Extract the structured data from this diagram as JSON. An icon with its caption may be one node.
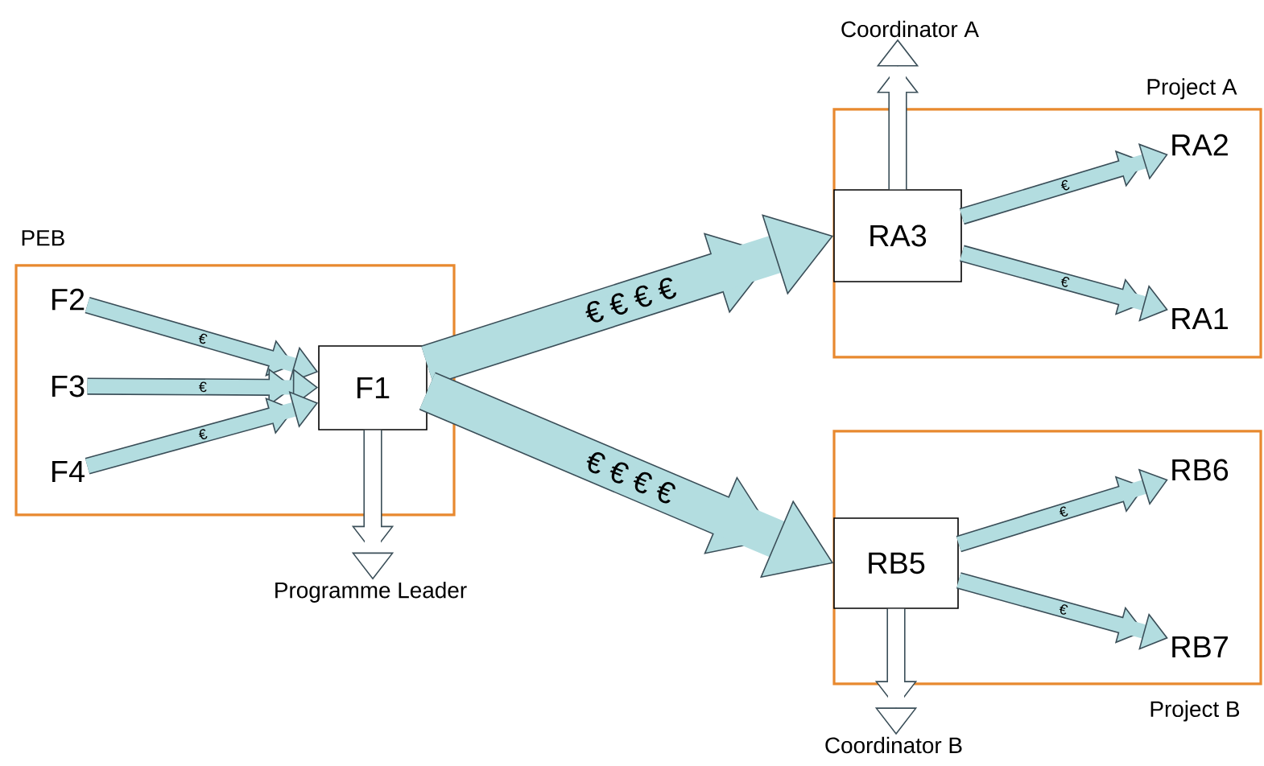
{
  "diagram": {
    "nodes": [
      {
        "text": [
          "PEB"
        ]
      },
      {
        "text": [
          "F2"
        ],
        "in": 0
      },
      {
        "text": [
          "F3"
        ],
        "in": 0
      },
      {
        "text": [
          "F4"
        ],
        "in": 0
      },
      {
        "text": [
          "F1"
        ],
        "in": 0
      },
      {
        "text": [
          "Programme Leader"
        ]
      },
      {
        "text": [
          "Coordinator A"
        ]
      },
      {
        "text": [
          "Project A"
        ]
      },
      {
        "text": [
          "RA3"
        ],
        "in": 7
      },
      {
        "text": [
          "RA2"
        ],
        "in": 7
      },
      {
        "text": [
          "RA1"
        ],
        "in": 7
      },
      {
        "text": [
          "Project B"
        ]
      },
      {
        "text": [
          "RB5"
        ],
        "in": 11
      },
      {
        "text": [
          "RB6"
        ],
        "in": 11
      },
      {
        "text": [
          "RB7"
        ],
        "in": 11
      },
      {
        "text": [
          "Coordinator B"
        ]
      }
    ],
    "edges": [
      {
        "from": 1,
        "to": 4,
        "arrow": "to",
        "label": "€"
      },
      {
        "from": 2,
        "to": 4,
        "arrow": "to",
        "label": "€"
      },
      {
        "from": 3,
        "to": 4,
        "arrow": "to",
        "label": "€"
      },
      {
        "from": 4,
        "to": 5,
        "arrow": "to",
        "color": "#ffffff"
      },
      {
        "from": 4,
        "to": 8,
        "arrow": "to",
        "label": "€ € € €",
        "style": "thick"
      },
      {
        "from": 4,
        "to": 12,
        "arrow": "to",
        "label": "€ € € €",
        "style": "thick"
      },
      {
        "from": 8,
        "to": 6,
        "arrow": "to",
        "color": "#ffffff"
      },
      {
        "from": 8,
        "to": 9,
        "arrow": "to",
        "label": "€"
      },
      {
        "from": 8,
        "to": 10,
        "arrow": "to",
        "label": "€"
      },
      {
        "from": 12,
        "to": 13,
        "arrow": "to",
        "label": "€"
      },
      {
        "from": 12,
        "to": 14,
        "arrow": "to",
        "label": "€"
      },
      {
        "from": 12,
        "to": 15,
        "arrow": "to",
        "color": "#ffffff"
      }
    ]
  }
}
